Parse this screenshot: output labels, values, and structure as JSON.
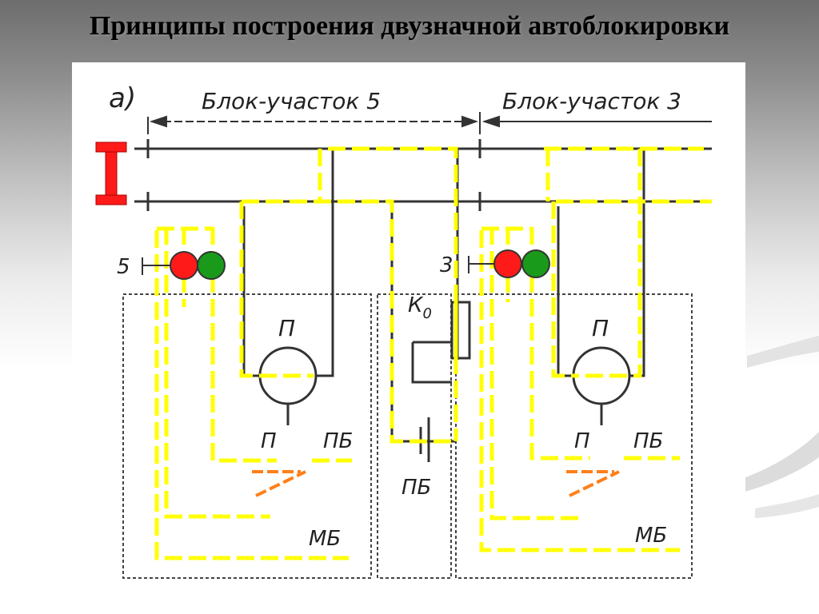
{
  "slide": {
    "title": "Принципы построения двузначной автоблокировки"
  },
  "diagram": {
    "panel_label": "а)",
    "block_section_left": "Блок-участок 5",
    "block_section_right": "Блок-участок 3",
    "signal_left_number": "5",
    "signal_right_number": "3",
    "relay_left_label": "П",
    "relay_right_label": "П",
    "contact_left_p": "П",
    "contact_left_pb": "ПБ",
    "contact_right_p": "П",
    "contact_right_pb": "ПБ",
    "battery_left": "МБ",
    "battery_right": "МБ",
    "track_battery": "ПБ",
    "resistor_label": "К",
    "resistor_subscript": "0",
    "colors": {
      "signal_red": "#ff1a1a",
      "signal_green": "#1a9a1a",
      "circuit_highlight": "#ffff00",
      "contact_highlight": "#ff7f1a",
      "rail_insulation_marker": "#ff1a1a"
    }
  }
}
